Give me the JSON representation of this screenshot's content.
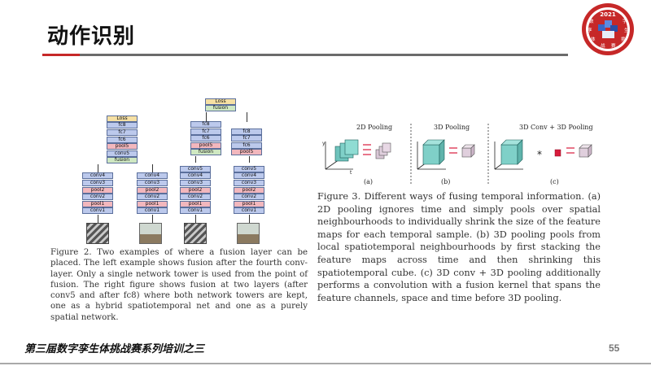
{
  "slide": {
    "title": "动作识别",
    "footer": "第三届数字孪生体挑战赛系列培训之三",
    "page_number": "55"
  },
  "emblem": {
    "year": "2021",
    "chars": [
      "数",
      "字",
      "孪",
      "生",
      "体",
      "挑",
      "战",
      "赛"
    ]
  },
  "figure2": {
    "left_tower_1": [
      "conv4",
      "conv3",
      "pool2",
      "conv2",
      "pool1",
      "conv1"
    ],
    "left_tower_2": [
      "conv4",
      "conv3",
      "pool2",
      "conv2",
      "pool1",
      "conv1"
    ],
    "left_top": [
      "Loss",
      "fc8",
      "fc7",
      "fc6",
      "pool5",
      "conv5",
      "fusion"
    ],
    "right_tower_1_low": [
      "conv5",
      "conv4",
      "conv3",
      "pool2",
      "conv2",
      "pool1",
      "conv1"
    ],
    "right_tower_2_low": [
      "conv5",
      "conv4",
      "conv3",
      "pool2",
      "conv2",
      "pool1",
      "conv1"
    ],
    "right_mid_1": [
      "fc8",
      "fc7",
      "fc6",
      "pool5",
      "fusion"
    ],
    "right_mid_2": [
      "fc8",
      "fc7",
      "fc6",
      "pool5"
    ],
    "right_top": [
      "Loss",
      "fusion"
    ],
    "caption": "Figure 2. Two examples of where a fusion layer can be placed. The left example shows fusion after the fourth conv-layer. Only a single network tower is used from the point of fusion. The right figure shows fusion at two layers (after conv5 and after fc8) where both network towers are kept, one as a hybrid spatiotemporal net and one as a purely spatial network."
  },
  "figure3": {
    "headers": [
      "2D Pooling",
      "3D Pooling",
      "3D Conv + 3D Pooling"
    ],
    "sublabels": [
      "(a)",
      "(b)",
      "(c)"
    ],
    "caption": "Figure 3.   Different ways of fusing temporal information. (a) 2D pooling ignores time and simply pools over spatial neighbourhoods to individually shrink the size of the feature maps for each temporal sample. (b) 3D pooling pools from local spatiotemporal neighbourhoods by first stacking the feature maps across time and then shrinking this spatiotemporal cube. (c) 3D conv + 3D pooling additionally performs a convolution with a fusion kernel that spans the feature channels, space and time before 3D pooling."
  }
}
